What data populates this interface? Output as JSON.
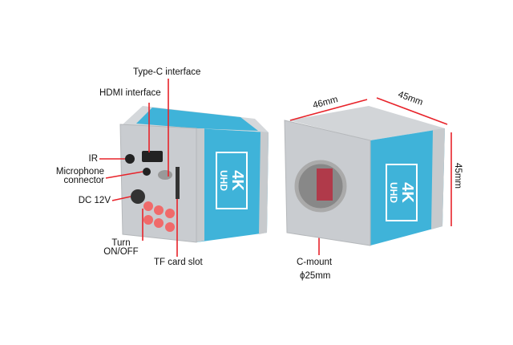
{
  "labels": {
    "type_c": "Type-C interface",
    "hdmi": "HDMI interface",
    "ir": "IR",
    "mic_1": "Microphone",
    "mic_2": "connector",
    "dc": "DC 12V",
    "turn_1": "Turn",
    "turn_2": "ON/OFF",
    "tf": "TF card slot",
    "cmount_1": "C-mount",
    "cmount_2": "ϕ25mm",
    "dim_width": "46mm",
    "dim_depth": "45mm",
    "dim_height": "45mm"
  },
  "badge": {
    "top": "4K",
    "bottom": "UHD"
  },
  "colors": {
    "body_blue": "#3fb3d9",
    "frame_gray": "#c9ccd0",
    "accent_red": "#e8232a",
    "button_red": "#f06a6a"
  }
}
